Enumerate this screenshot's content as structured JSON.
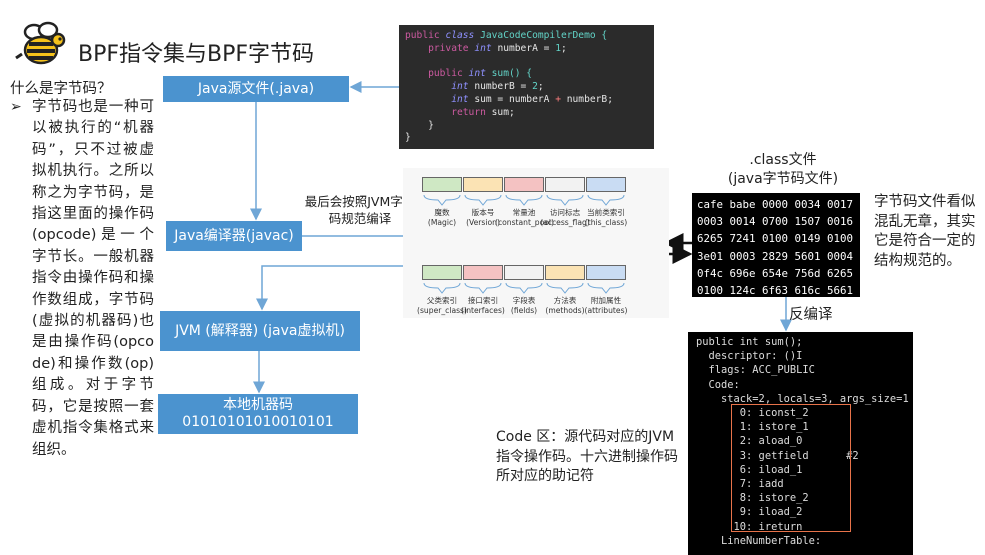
{
  "header": {
    "title": "BPF指令集与BPF字节码",
    "logo_icon": "bee-icon"
  },
  "left_text": {
    "question": "什么是字节码？",
    "bullet": "➢",
    "paragraph": "字节码也是一种可以被执行的“机器码”，只不过被虚拟机执行。之所以称之为字节码，是指这里面的操作码(opcode)是一个字节长。一般机器指令由操作码和操作数组成，字节码(虚拟的机器码)也是由操作码(opcode)和操作数(op)组成。对于字节码，它是按照一套虚机指令集格式来组织。"
  },
  "flow": {
    "source": "Java源文件(.java)",
    "compiler": "Java编译器(javac)",
    "jvm": "JVM (解释器) (java虚拟机)",
    "native_line1": "本地机器码",
    "native_line2": "01010101010010101",
    "compile_note": "最后会按照JVM字节码规范编译"
  },
  "source_code": {
    "l1_kw": "public",
    "l1_cls": "class",
    "l1_name": "JavaCodeCompilerDemo {",
    "l2_kw": "private",
    "l2_ty": "int",
    "l2_rest": "numberA = ",
    "l2_num": "1",
    "l2_end": ";",
    "l3_kw": "public",
    "l3_ty": "int",
    "l3_rest": "sum() {",
    "l4_ty": "int",
    "l4_rest": "numberB = ",
    "l4_num": "2",
    "l4_end": ";",
    "l5_ty": "int",
    "l5_rest": "sum = numberA ",
    "l5_op": "+",
    "l5_end": " numberB;",
    "l6_kw": "return",
    "l6_rest": "sum;",
    "l7": "}",
    "l8": "}"
  },
  "class_structure": {
    "row1": [
      {
        "label": "魔数",
        "sub": "(Magic)",
        "color": "#cfe8c4"
      },
      {
        "label": "版本号",
        "sub": "(Version)",
        "color": "#fbe3b4"
      },
      {
        "label": "常量池",
        "sub": "(constant_pool)",
        "color": "#f4c2c2"
      },
      {
        "label": "访问标志",
        "sub": "(access_flag)",
        "color": "#f2f2f2"
      },
      {
        "label": "当前类索引",
        "sub": "(this_class)",
        "color": "#c9dcf3"
      }
    ],
    "row2": [
      {
        "label": "父类索引",
        "sub": "(super_class)",
        "color": "#cfe8c4"
      },
      {
        "label": "接口索引",
        "sub": "(interfaces)",
        "color": "#f4c2c2"
      },
      {
        "label": "字段表",
        "sub": "(fields)",
        "color": "#f2f2f2"
      },
      {
        "label": "方法表",
        "sub": "(methods)",
        "color": "#fbe3b4"
      },
      {
        "label": "附加属性",
        "sub": "(attributes)",
        "color": "#c9dcf3"
      }
    ]
  },
  "class_file": {
    "label_line1": ".class文件",
    "label_line2": "(java字节码文件)",
    "hex_rows": [
      "cafe babe 0000 0034 0017",
      "0003 0014 0700 1507 0016",
      "6265 7241 0100 0149 0100",
      "3e01 0003 2829 5601 0004",
      "0f4c 696e 654e 756d 6265",
      "0100 124c 6f63 616c 5661"
    ],
    "note": "字节码文件看似混乱无章，其实它是符合一定的结构规范的。"
  },
  "decompile": {
    "label": "反编译",
    "lines": [
      "public int sum();",
      "  descriptor: ()I",
      "  flags: ACC_PUBLIC",
      "  Code:",
      "    stack=2, locals=3, args_size=1",
      "       0: iconst_2",
      "       1: istore_1",
      "       2: aload_0",
      "       3: getfield      #2",
      "       6: iload_1",
      "       7: iadd",
      "       8: istore_2",
      "       9: iload_2",
      "      10: ireturn",
      "    LineNumberTable:"
    ],
    "code_note": "Code 区：源代码对应的JVM 指令操作码。十六进制操作码所对应的助记符"
  },
  "colors": {
    "flow_box": "#4b93cf",
    "arrow": "#6fa6d6",
    "highlight_border": "#e8734a"
  }
}
